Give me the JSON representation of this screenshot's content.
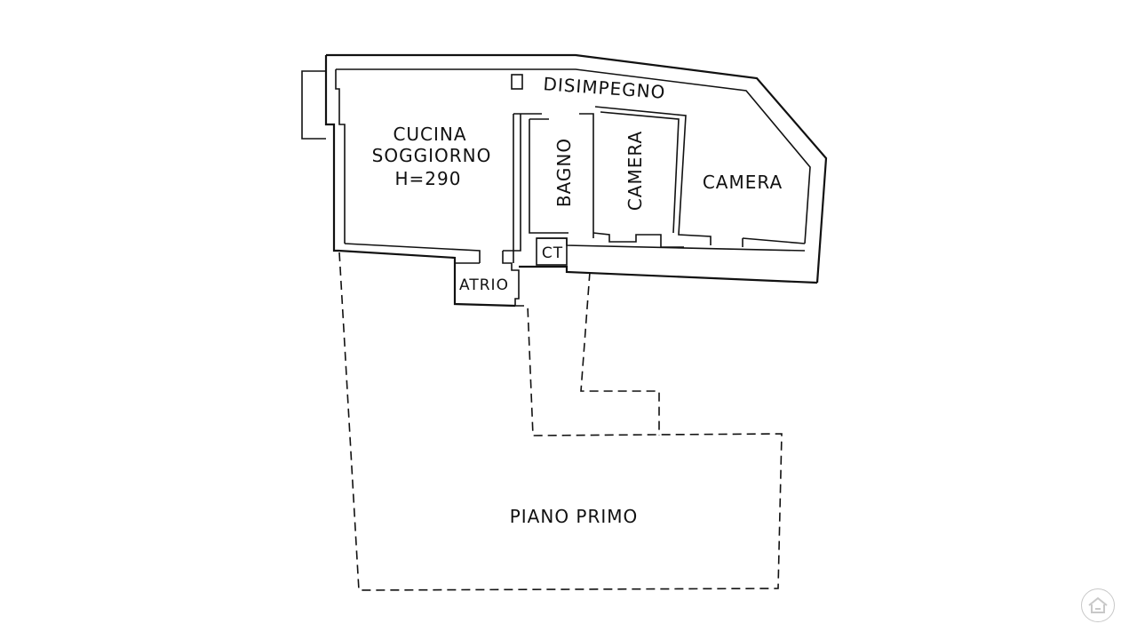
{
  "floorplan": {
    "rooms": {
      "cucina_line1": "CUCINA",
      "cucina_line2": "SOGGIORNO",
      "cucina_height": "H=290",
      "disimpegno": "DISIMPEGNO",
      "bagno": "BAGNO",
      "camera_small": "CAMERA",
      "camera_large": "CAMERA",
      "ct": "CT",
      "atrio": "ATRIO"
    },
    "upper_floor_label": "PIANO PRIMO",
    "line_color": "#111111",
    "background_color": "#ffffff"
  },
  "controls": {
    "home_icon": "home-icon",
    "home_icon_color": "#c8c8c8"
  }
}
